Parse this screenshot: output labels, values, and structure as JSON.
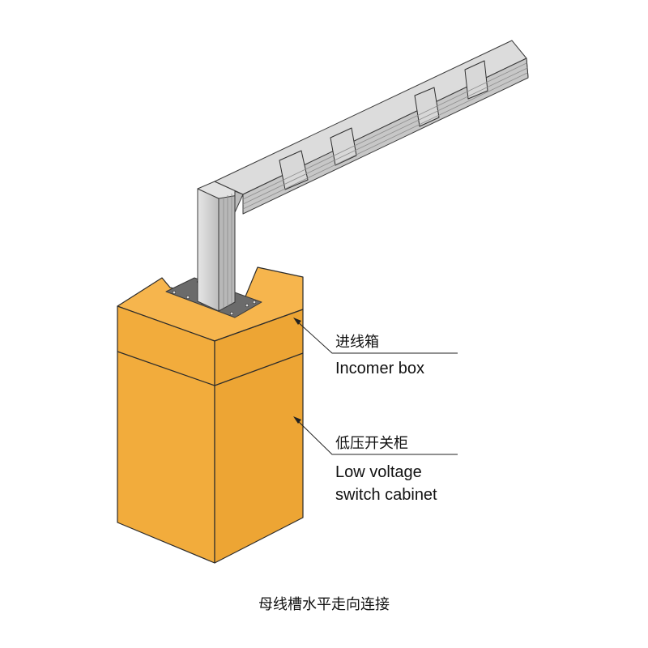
{
  "labels": {
    "incomer": {
      "zh": "进线箱",
      "en": "Incomer box"
    },
    "cabinet": {
      "zh": "低压开关柜",
      "en_line1": "Low voltage",
      "en_line2": "switch cabinet"
    }
  },
  "caption": "母线槽水平走向连接",
  "colors": {
    "cabinet_top": "#f6b54d",
    "cabinet_front": "#f2ac3c",
    "cabinet_side": "#eda534",
    "busway": "#c9c9c9",
    "plate": "#6b6b6b"
  }
}
